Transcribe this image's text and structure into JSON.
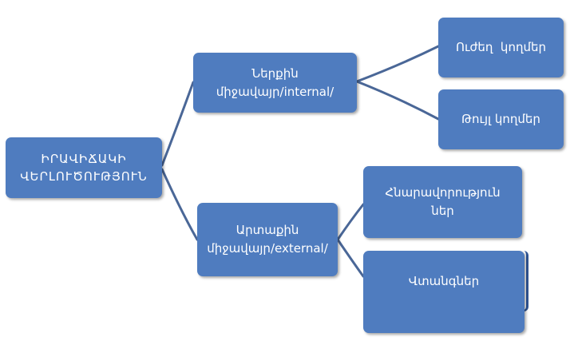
{
  "diagram": {
    "root": "ԻՐԱՎԻՃԱԿԻ\nՎԵՐԼՈՒԾՈՒԹՅՈՒՆ",
    "internal": "Ներքին\nմիջավայր/internal/",
    "external": "Արտաքին\nմիջավայր/external/",
    "strengths": "Ուժեղ  կողմեր",
    "weaknesses": "Թույլ կողմեր",
    "opportunities": "Հնարավորություն\nներ",
    "threats": "Վտանգներ",
    "colors": {
      "box": "#4f7cbf",
      "connector": "#4a6797",
      "text": "#ffffff"
    }
  }
}
